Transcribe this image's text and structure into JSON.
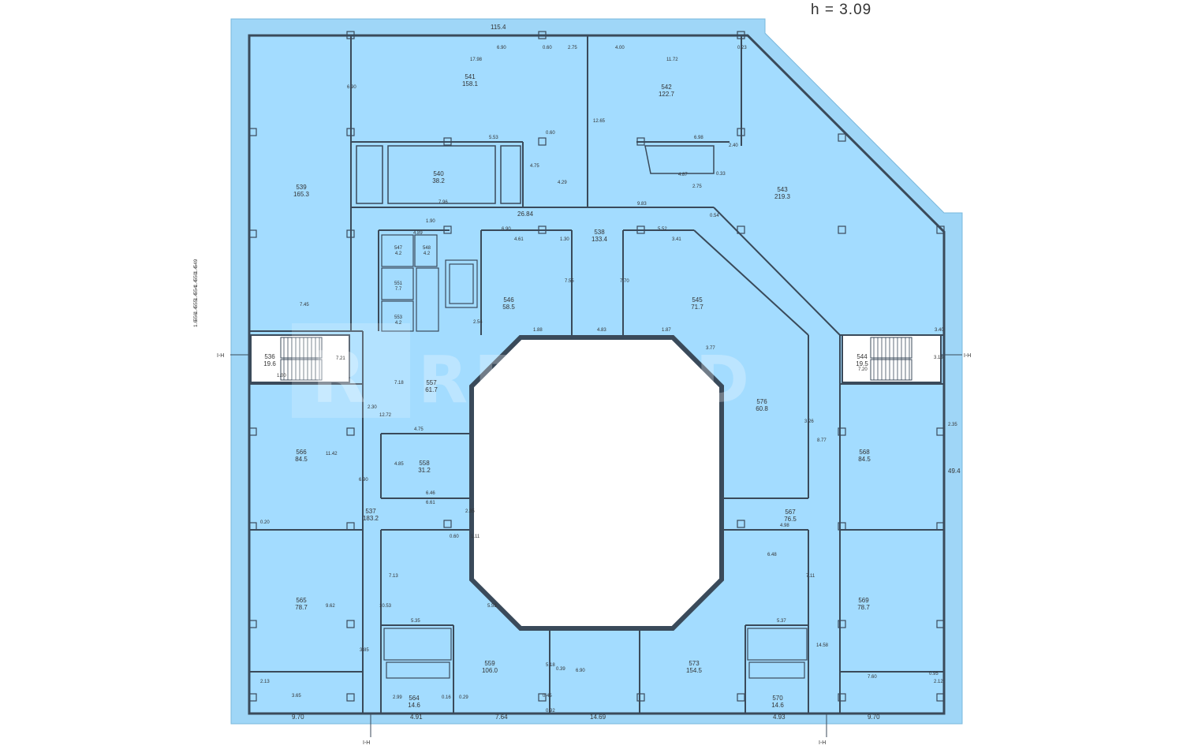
{
  "header": {
    "height_label": "h  =  3.09"
  },
  "palette": {
    "fill": "#a3dcff",
    "wall": "#3a4a5a",
    "outer": "#9fd6f7",
    "hole": "#ffffff"
  },
  "watermark": {
    "text": "REKORD",
    "mark": "R"
  },
  "dimensions": {
    "top_total": "115.4",
    "right_total": "49.4",
    "bottom_left": "9.70",
    "bottom_mid": "14.69",
    "bottom_right": "9.70",
    "bottom_seg_a": "4.91",
    "bottom_seg_b": "7.64",
    "bottom_seg_c": "4.93",
    "corridor_top": "26.84"
  },
  "axis_marks": {
    "left": "I-H",
    "right": "I-H",
    "bottom_left": "I-H",
    "bottom_right": "I-H"
  },
  "rooms": [
    {
      "num": "541",
      "area": "158.1"
    },
    {
      "num": "542",
      "area": "122.7"
    },
    {
      "num": "543",
      "area": "219.3"
    },
    {
      "num": "539",
      "area": "165.3"
    },
    {
      "num": "540",
      "area": "38.2"
    },
    {
      "num": "538",
      "area": "133.4"
    },
    {
      "num": "546",
      "area": "58.5"
    },
    {
      "num": "545",
      "area": "71.7"
    },
    {
      "num": "547",
      "area": "4.2"
    },
    {
      "num": "548",
      "area": "4.2"
    },
    {
      "num": "551",
      "area": "7.7"
    },
    {
      "num": "553",
      "area": "4.2"
    },
    {
      "num": "536",
      "area": "19.6"
    },
    {
      "num": "544",
      "area": "19.5"
    },
    {
      "num": "557",
      "area": "61.7"
    },
    {
      "num": "576",
      "area": "60.8"
    },
    {
      "num": "566",
      "area": "84.5"
    },
    {
      "num": "568",
      "area": "84.5"
    },
    {
      "num": "558",
      "area": "31.2"
    },
    {
      "num": "537",
      "area": "183.2"
    },
    {
      "num": "567",
      "area": "76.5"
    },
    {
      "num": "565",
      "area": "78.7"
    },
    {
      "num": "569",
      "area": "78.7"
    },
    {
      "num": "559",
      "area": "106.0"
    },
    {
      "num": "573",
      "area": "154.5"
    },
    {
      "num": "564",
      "area": "14.6"
    },
    {
      "num": "570",
      "area": "14.6"
    }
  ],
  "side_list": [
    "549",
    "1.4",
    "550",
    "1.4",
    "554",
    "1.4",
    "555",
    "1.4",
    "556",
    "1.6"
  ],
  "measurements": [
    "6.90",
    "0.60",
    "2.75",
    "17.98",
    "4.00",
    "11.72",
    "0.23",
    "6.90",
    "12.65",
    "5.53",
    "4.75",
    "4.29",
    "0.60",
    "6.98",
    "2.40",
    "4.87",
    "0.33",
    "2.75",
    "7.96",
    "9.83",
    "0.54",
    "1.90",
    "4.89",
    "6.90",
    "4.61",
    "1.30",
    "5.52",
    "3.41",
    "7.45",
    "2.54",
    "7.55",
    "7.70",
    "4.83",
    "1.88",
    "1.87",
    "3.77",
    "12.72",
    "7.18",
    "4.75",
    "4.85",
    "6.46",
    "6.61",
    "9.62",
    "2.30",
    "11.42",
    "6.90",
    "0.20",
    "2.35",
    "1.11",
    "0.60",
    "5.35",
    "7.13",
    "10.53",
    "3.85",
    "5.53",
    "6.48",
    "7.11",
    "4.98",
    "5.37",
    "14.58",
    "7.60",
    "3.65",
    "2.99",
    "0.16",
    "0.29",
    "0.45",
    "0.92",
    "5.18",
    "0.39",
    "6.90",
    "3.26",
    "8.77",
    "2.35",
    "3.40",
    "1.00",
    "7.20",
    "7.21",
    "3.13",
    "2.12",
    "2.13",
    "0.95"
  ]
}
